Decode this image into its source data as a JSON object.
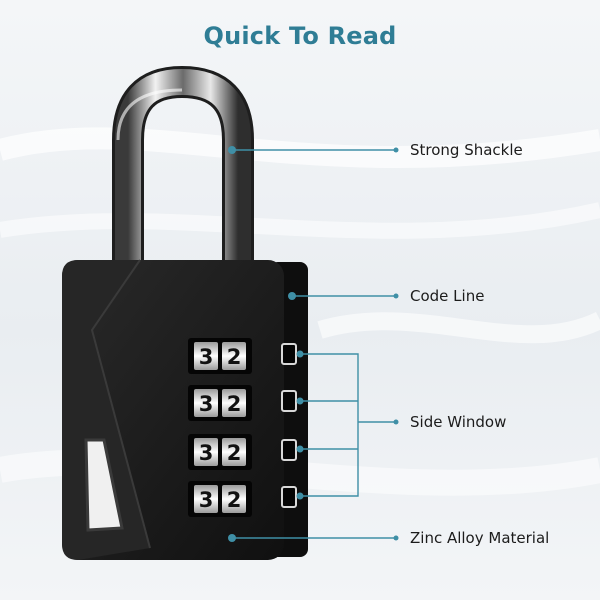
{
  "title": "Quick To Read",
  "callouts": {
    "shackle": "Strong Shackle",
    "code_line": "Code Line",
    "side_window": "Side Window",
    "material": "Zinc Alloy Material"
  },
  "dials": [
    {
      "d1": "3",
      "d2": "2"
    },
    {
      "d1": "3",
      "d2": "2"
    },
    {
      "d1": "3",
      "d2": "2"
    },
    {
      "d1": "3",
      "d2": "2"
    }
  ],
  "colors": {
    "title": "#2f7d95",
    "leader_line": "#3f8fa6",
    "lock_body": "#1b1b1b"
  }
}
